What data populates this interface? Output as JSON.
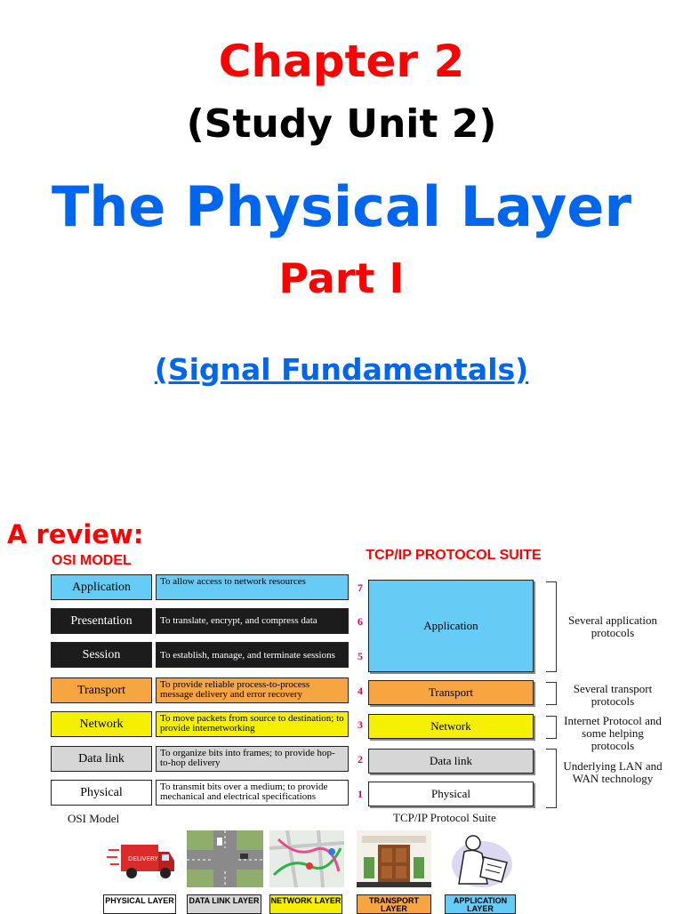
{
  "title": {
    "chapter": "Chapter 2",
    "unit": "(Study Unit 2)",
    "main": "The Physical Layer",
    "part": "Part I",
    "link": "(Signal Fundamentals)"
  },
  "review": {
    "heading": "A review:",
    "osi_label": "OSI MODEL",
    "tcp_label": "TCP/IP PROTOCOL SUITE"
  },
  "osi": {
    "layers": [
      {
        "name": "Application",
        "desc": "To allow access to network resources",
        "num": "7",
        "color": "#66ccf5"
      },
      {
        "name": "Presentation",
        "desc": "To translate, encrypt, and compress data",
        "num": "6",
        "color": "#1c1c1c"
      },
      {
        "name": "Session",
        "desc": "To establish, manage, and terminate sessions",
        "num": "5",
        "color": "#1c1c1c"
      },
      {
        "name": "Transport",
        "desc": "To provide reliable process-to-process message delivery and error recovery",
        "num": "4",
        "color": "#f7a540"
      },
      {
        "name": "Network",
        "desc": "To move packets from source to destination; to provide internetworking",
        "num": "3",
        "color": "#f5f000"
      },
      {
        "name": "Data link",
        "desc": "To organize bits into frames; to provide hop-to-hop delivery",
        "num": "2",
        "color": "#d6d6d6"
      },
      {
        "name": "Physical",
        "desc": "To transmit bits over a medium; to provide mechanical and electrical specifications",
        "num": "1",
        "color": "#ffffff"
      }
    ],
    "caption": "OSI Model"
  },
  "tcp": {
    "layers": [
      "Application",
      "Transport",
      "Network",
      "Data link",
      "Physical"
    ],
    "notes": [
      "Several application protocols",
      "Several transport protocols",
      "Internet Protocol and some helping protocols",
      "Underlying LAN and WAN technology"
    ],
    "caption": "TCP/IP Protocol Suite"
  },
  "bottom_labels": [
    "PHYSICAL LAYER",
    "DATA LINK LAYER",
    "NETWORK LAYER",
    "TRANSPORT LAYER",
    "APPLICATION LAYER"
  ],
  "icons": [
    "delivery-truck-icon",
    "road-intersection-icon",
    "route-map-icon",
    "house-door-icon",
    "person-reading-icon"
  ]
}
